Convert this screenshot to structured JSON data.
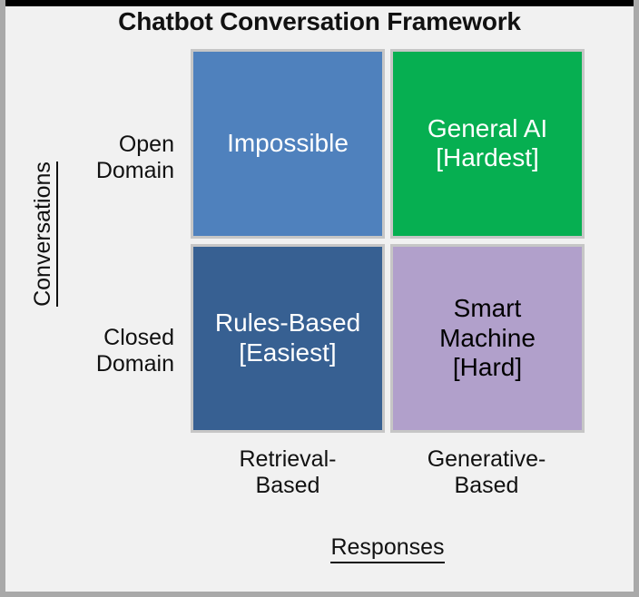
{
  "slide": {
    "title": "Chatbot Conversation Framework",
    "background_color": "#f1f1f1",
    "border_color": "#a9a9a9"
  },
  "chart_data": {
    "type": "table",
    "title": "Chatbot Conversation Framework",
    "xlabel": "Responses",
    "ylabel": "Conversations",
    "x_categories": [
      "Retrieval-\nBased",
      "Generative-\nBased"
    ],
    "y_categories": [
      "Open\nDomain",
      "Closed\nDomain"
    ],
    "cells": [
      {
        "row": "Open Domain",
        "column": "Retrieval-Based",
        "label": "Impossible",
        "fill": "#4f81bd",
        "text_color": "#ffffff"
      },
      {
        "row": "Open Domain",
        "column": "Generative-Based",
        "label": "General AI\n[Hardest]",
        "fill": "#06af51",
        "text_color": "#ffffff"
      },
      {
        "row": "Closed Domain",
        "column": "Retrieval-Based",
        "label": "Rules-Based\n[Easiest]",
        "fill": "#376092",
        "text_color": "#ffffff"
      },
      {
        "row": "Closed Domain",
        "column": "Generative-Based",
        "label": "Smart\nMachine\n[Hard]",
        "fill": "#b1a0cb",
        "text_color": "#000000"
      }
    ],
    "grid": false,
    "legend": "none"
  },
  "axes": {
    "y_title": "Conversations",
    "x_title": "Responses",
    "rows": [
      {
        "label": "Open\nDomain"
      },
      {
        "label": "Closed\nDomain"
      }
    ],
    "columns": [
      {
        "label": "Retrieval-\nBased"
      },
      {
        "label": "Generative-\nBased"
      }
    ]
  },
  "quadrants": {
    "impossible": "Impossible",
    "general_ai": "General AI\n[Hardest]",
    "rules_based": "Rules-Based\n[Easiest]",
    "smart_machine": "Smart\nMachine\n[Hard]"
  }
}
